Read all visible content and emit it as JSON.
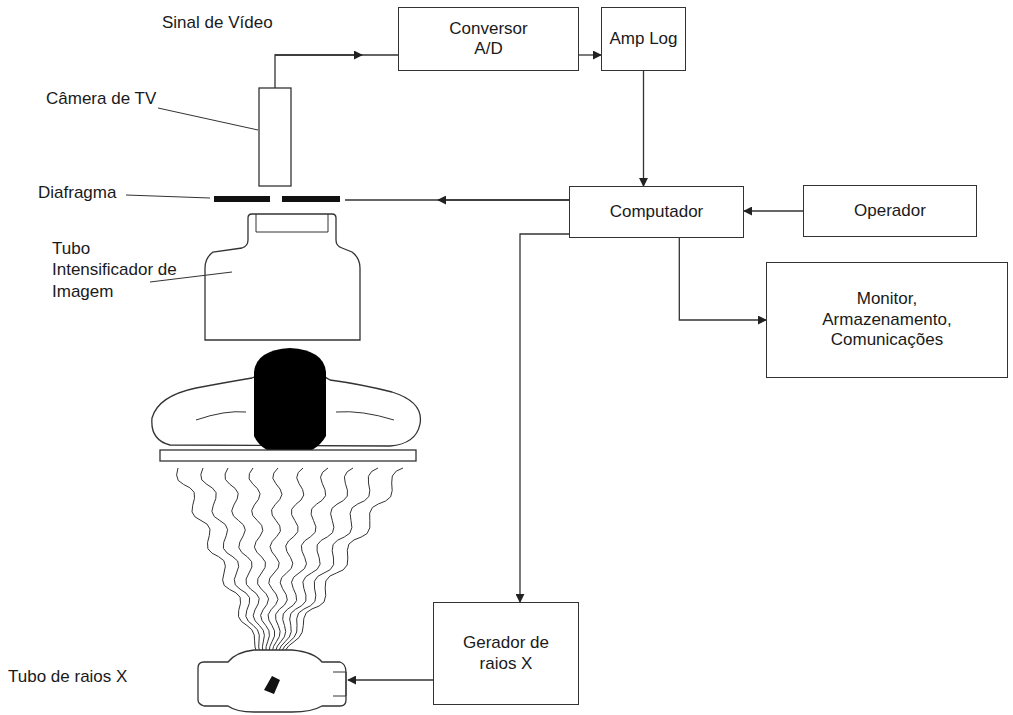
{
  "diagram": {
    "nodes": [
      {
        "text": [
          "Conversor A/D"
        ]
      },
      {
        "text": [
          "Amp Log"
        ]
      },
      {
        "text": [
          "Computador"
        ]
      },
      {
        "text": [
          "Operador"
        ]
      },
      {
        "text": [
          "Monitor, Armazenamento, Comunicações"
        ]
      },
      {
        "text": [
          "Gerador de raios X"
        ]
      }
    ],
    "edges": [
      {
        "from": 0,
        "to": 1,
        "arrow": "to"
      },
      {
        "from": 1,
        "to": 2,
        "arrow": "to"
      },
      {
        "from": 3,
        "to": 2,
        "arrow": "to"
      },
      {
        "from": 2,
        "to": 4,
        "arrow": "to"
      },
      {
        "from": 2,
        "to": 5,
        "arrow": "to"
      }
    ],
    "labels": [
      "Sinal de Vídeo",
      "Câmera de TV",
      "Diafragma",
      "Tubo Intensificador de Imagem",
      "Tubo de raios X"
    ]
  }
}
